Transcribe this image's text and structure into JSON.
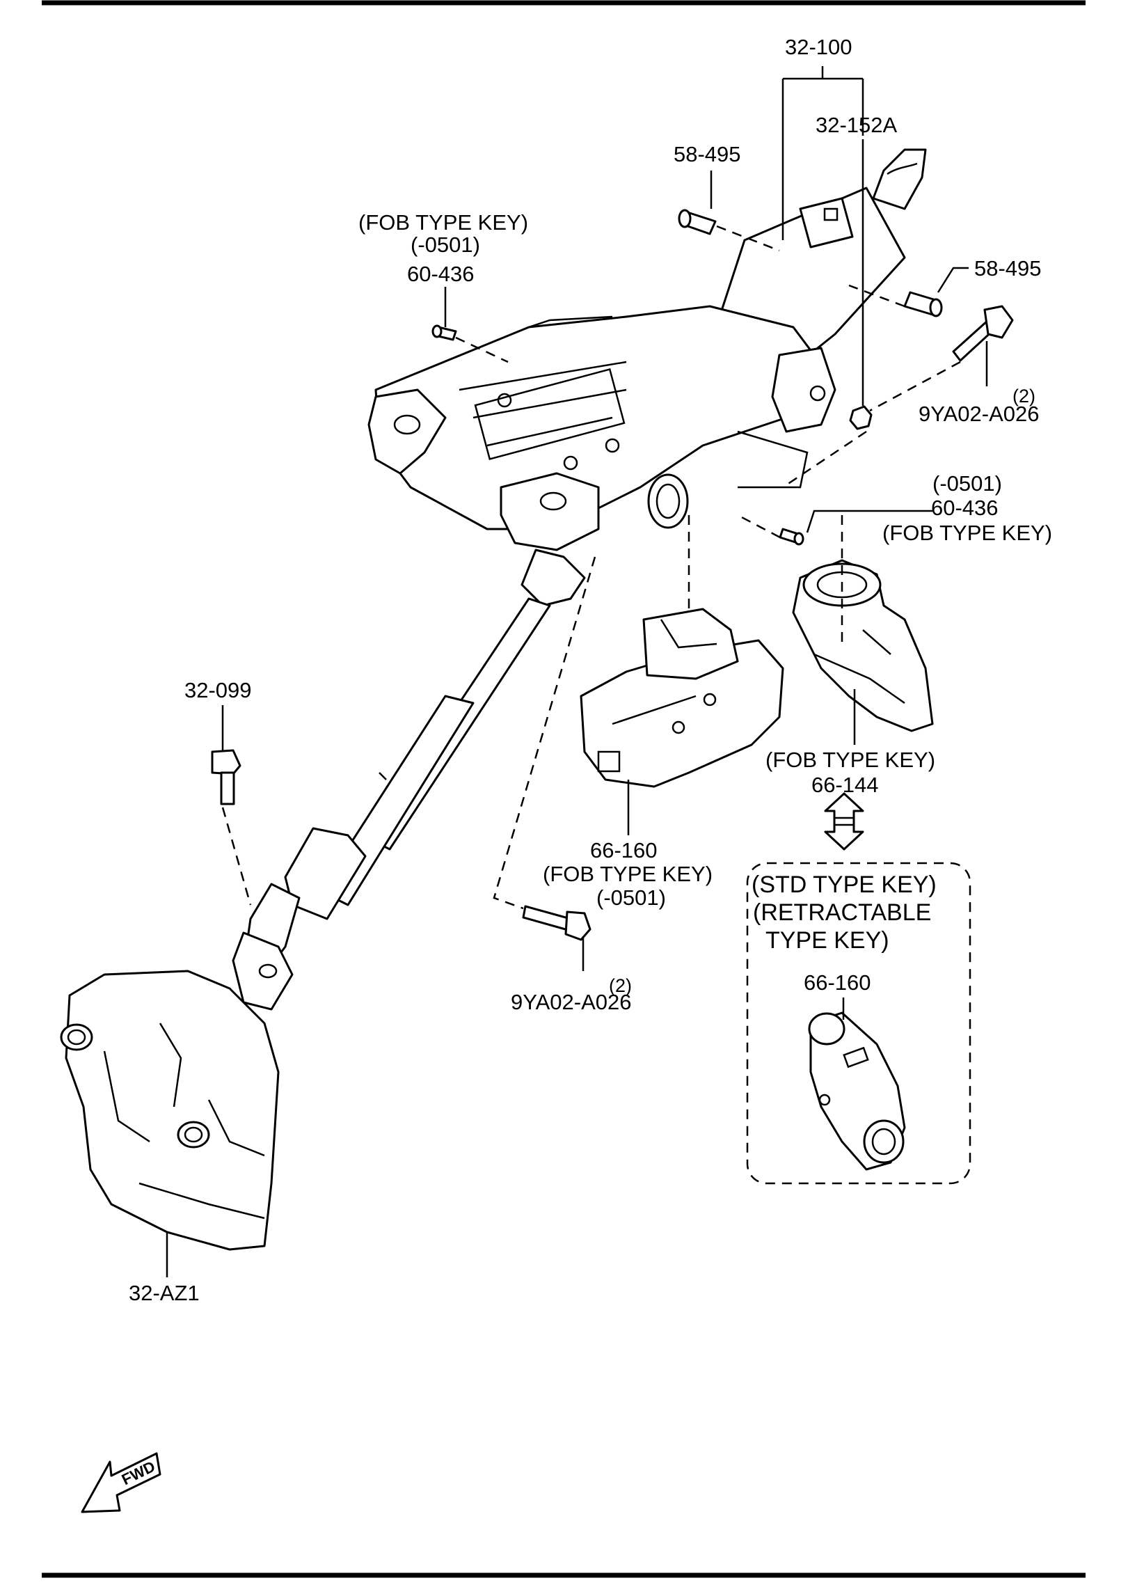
{
  "labels": {
    "assembly_32_100": "32-100",
    "part_32_152a": "32-152A",
    "part_58_495_left": "58-495",
    "part_58_495_right": "58-495",
    "fob_type_key_a": "(FOB TYPE KEY)",
    "code_0501_a": "(-0501)",
    "part_60_436_left": "60-436",
    "qty_2_a": "(2)",
    "part_9ya02_a026_upper": "9YA02-A026",
    "code_0501_b": "(-0501)",
    "part_60_436_right": "60-436",
    "fob_type_key_b": "(FOB TYPE KEY)",
    "part_32_099": "32-099",
    "fob_type_key_c": "(FOB TYPE KEY)",
    "part_66_144": "66-144",
    "part_66_160_fob": "66-160",
    "fob_type_key_d": "(FOB TYPE KEY)",
    "code_0501_c": "(-0501)",
    "qty_2_b": "(2)",
    "part_9ya02_a026_lower": "9YA02-A026",
    "std_type_key": "(STD TYPE KEY)",
    "retractable_line1": "(RETRACTABLE",
    "retractable_line2": "TYPE KEY)",
    "part_66_160_std": "66-160",
    "part_32_az1": "32-AZ1",
    "fwd": "FWD"
  }
}
